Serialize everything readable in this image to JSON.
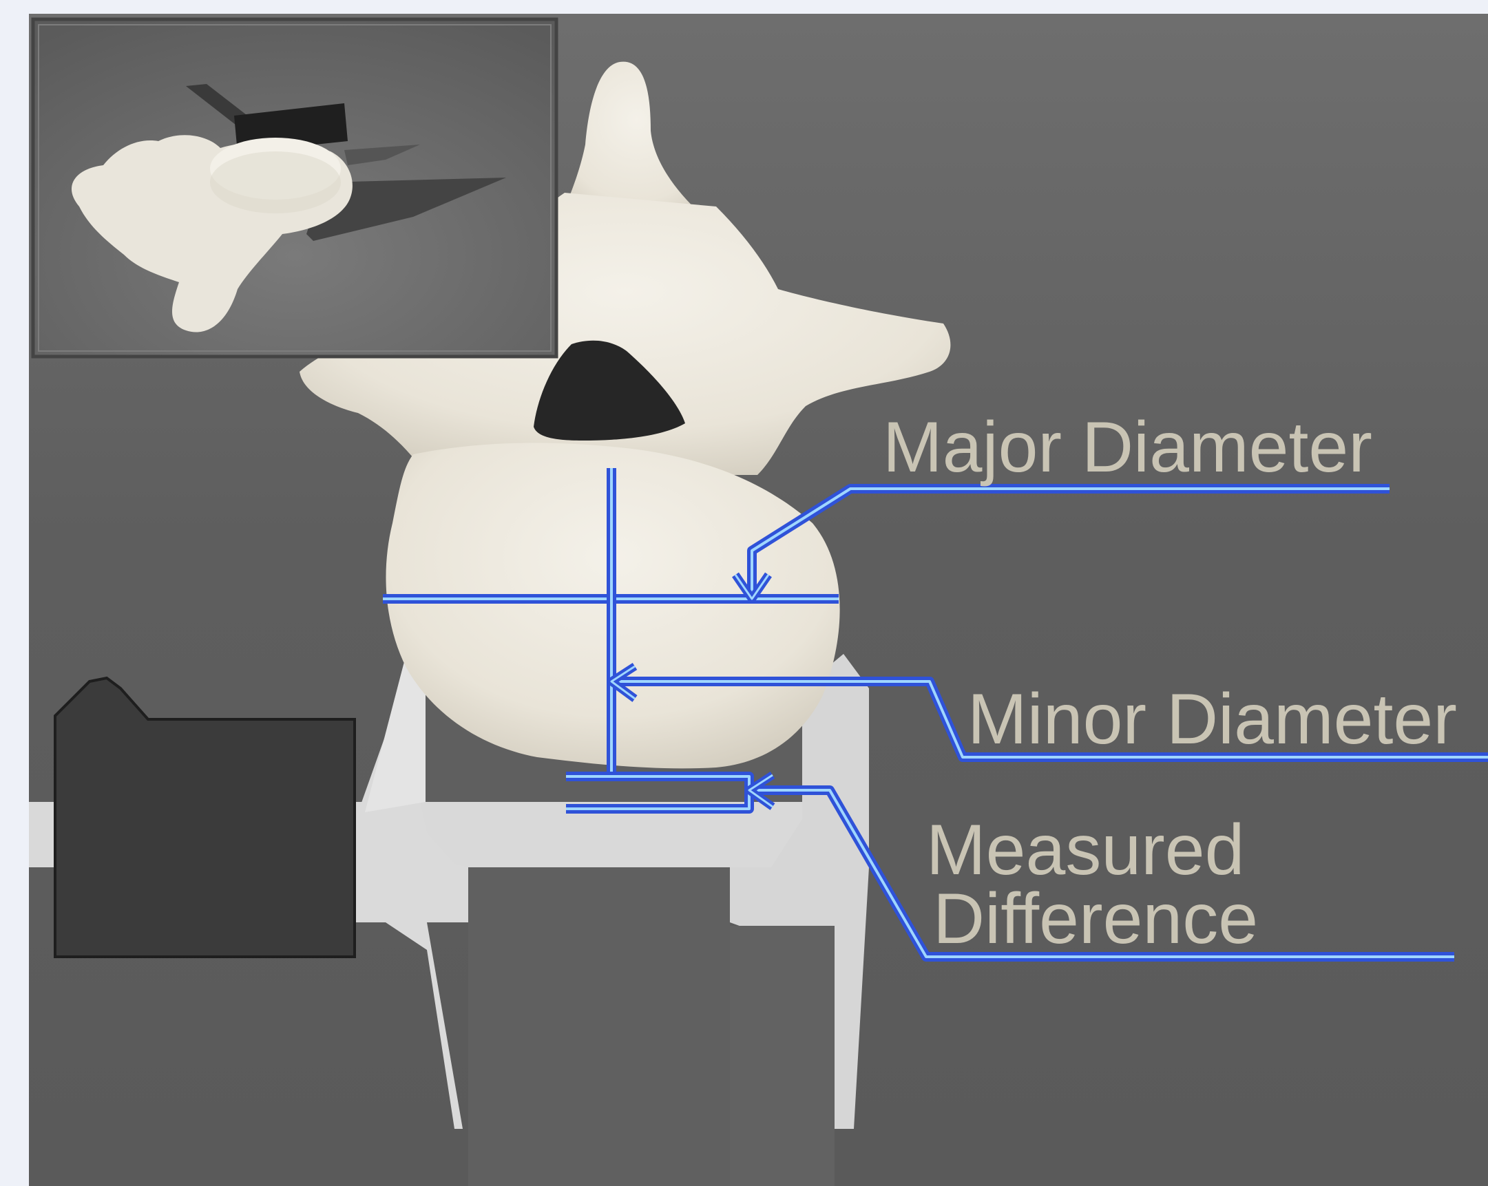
{
  "labels": {
    "major": "Major Diameter",
    "minor": "Minor Diameter",
    "measured_line1": "Measured",
    "measured_line2": "Difference"
  },
  "colors": {
    "outer_frame": "#eef1f8",
    "background": "#636363",
    "bone": "#ece8de",
    "caliper": "#d8d8d8",
    "caliper_body": "#3a3a3a",
    "line_blue": "#2f52d8",
    "line_light": "#9fd6ff",
    "label_text": "#c9c4b4"
  },
  "icons": {
    "inset": "vertebra-with-caliper-thumbnail",
    "arrow": "arrowhead-icon"
  }
}
